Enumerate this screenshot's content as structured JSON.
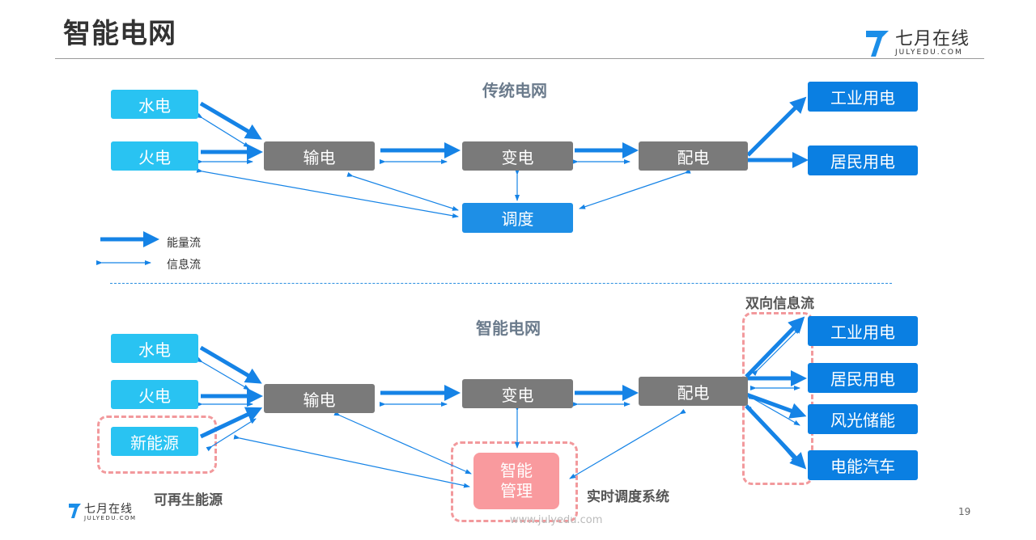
{
  "page": {
    "title": "智能电网",
    "page_number": "19",
    "watermark": "www.julyedu.com"
  },
  "logo": {
    "name": "七月在线",
    "sub": "JULYEDU.COM"
  },
  "traditional": {
    "title": "传统电网",
    "nodes": {
      "hydro": "水电",
      "thermal": "火电",
      "transmission": "输电",
      "transform": "变电",
      "distribution": "配电",
      "dispatch": "调度",
      "industrial": "工业用电",
      "residential": "居民用电"
    }
  },
  "legend": {
    "energy_flow": "能量流",
    "info_flow": "信息流"
  },
  "smart": {
    "title": "智能电网",
    "nodes": {
      "hydro": "水电",
      "thermal": "火电",
      "new_energy": "新能源",
      "transmission": "输电",
      "transform": "变电",
      "distribution": "配电",
      "smart_mgmt": "智能管理",
      "industrial": "工业用电",
      "residential": "居民用电",
      "wind_solar": "风光储能",
      "ev": "电能汽车"
    },
    "notes": {
      "renewable": "可再生能源",
      "realtime": "实时调度系统",
      "bidirectional": "双向信息流"
    }
  },
  "colors": {
    "source": "#29c3f2",
    "process": "#7a7a7a",
    "consumer": "#0a7fe2",
    "smart": "#f99a9e",
    "arrow": "#1583e6"
  }
}
